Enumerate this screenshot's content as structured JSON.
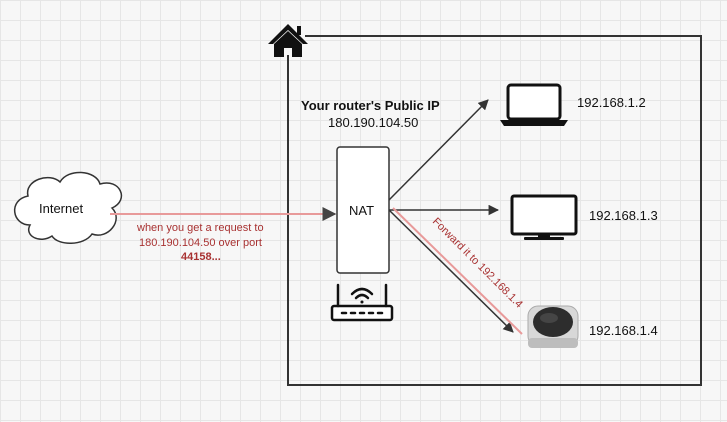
{
  "router": {
    "title": "Your router's Public IP",
    "public_ip": "180.190.104.50",
    "nat_label": "NAT"
  },
  "internet": {
    "label": "Internet"
  },
  "request_note": {
    "line1": "when you get a request to",
    "line2": "180.190.104.50 over port",
    "line3": "44158..."
  },
  "forward_note": "Forward it to 192.168.1.4",
  "devices": [
    {
      "name": "laptop",
      "ip": "192.168.1.2"
    },
    {
      "name": "tv",
      "ip": "192.168.1.3"
    },
    {
      "name": "speaker",
      "ip": "192.168.1.4"
    }
  ],
  "colors": {
    "accent_red": "#a83232",
    "arrow_red": "#e89a9a",
    "line_dark": "#333333"
  }
}
